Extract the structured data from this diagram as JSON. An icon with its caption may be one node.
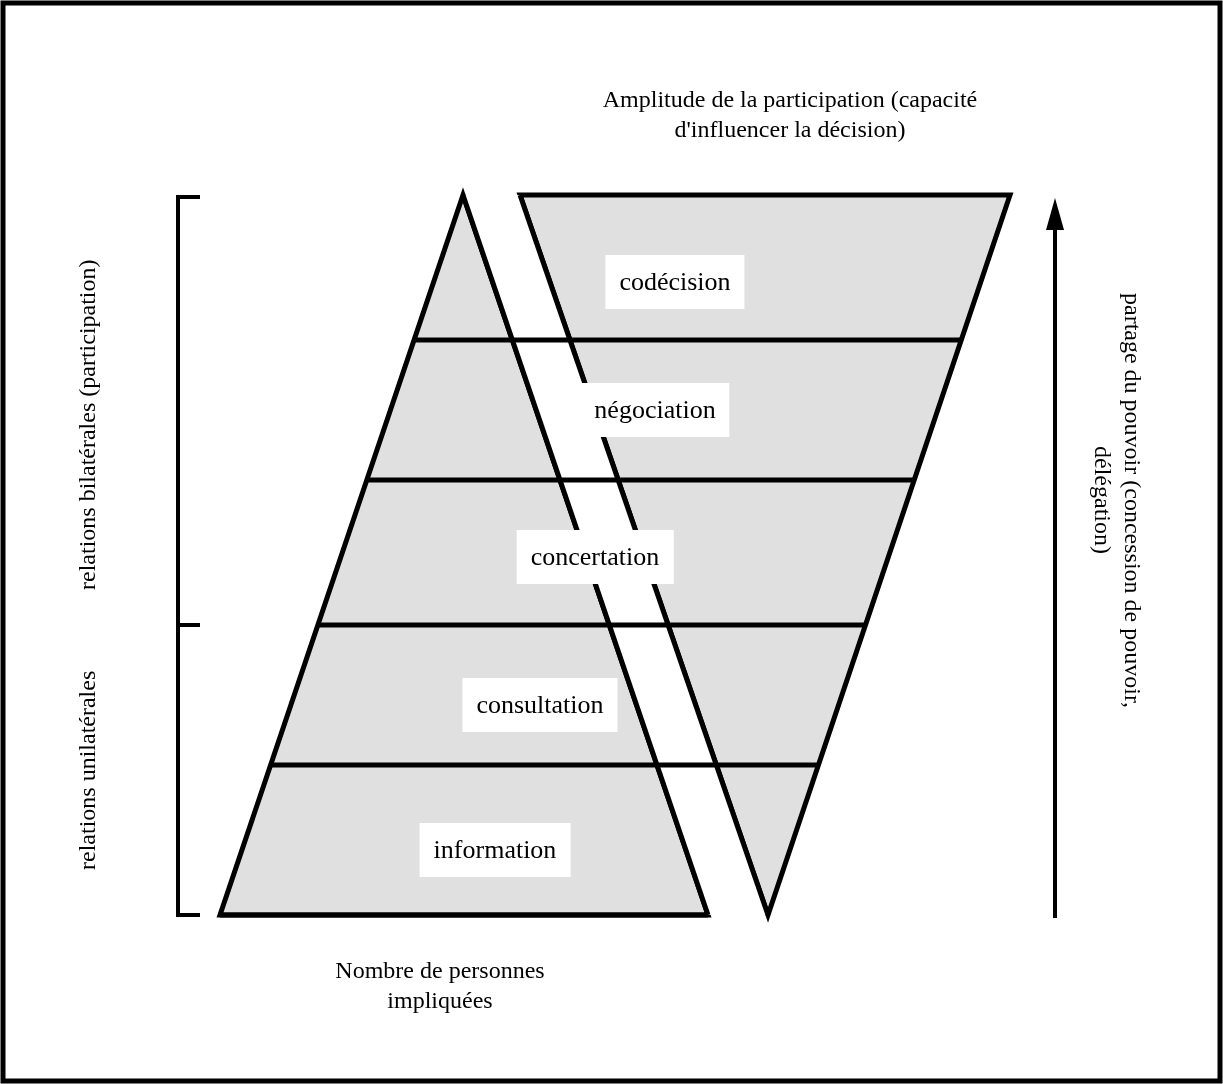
{
  "diagram": {
    "nodes": [
      {
        "text": [
          "codécision"
        ]
      },
      {
        "text": [
          "négociation"
        ]
      },
      {
        "text": [
          "concertation"
        ]
      },
      {
        "text": [
          "consultation"
        ]
      },
      {
        "text": [
          "information"
        ]
      }
    ],
    "labels": [
      "Amplitude de la participation (capacité d'influencer la décision)",
      "relations bilatérales (participation)",
      "relations unilatérales",
      "partage du pouvoir (concession de pouvoir, délégation)",
      "Nombre de personnes impliquées"
    ]
  }
}
